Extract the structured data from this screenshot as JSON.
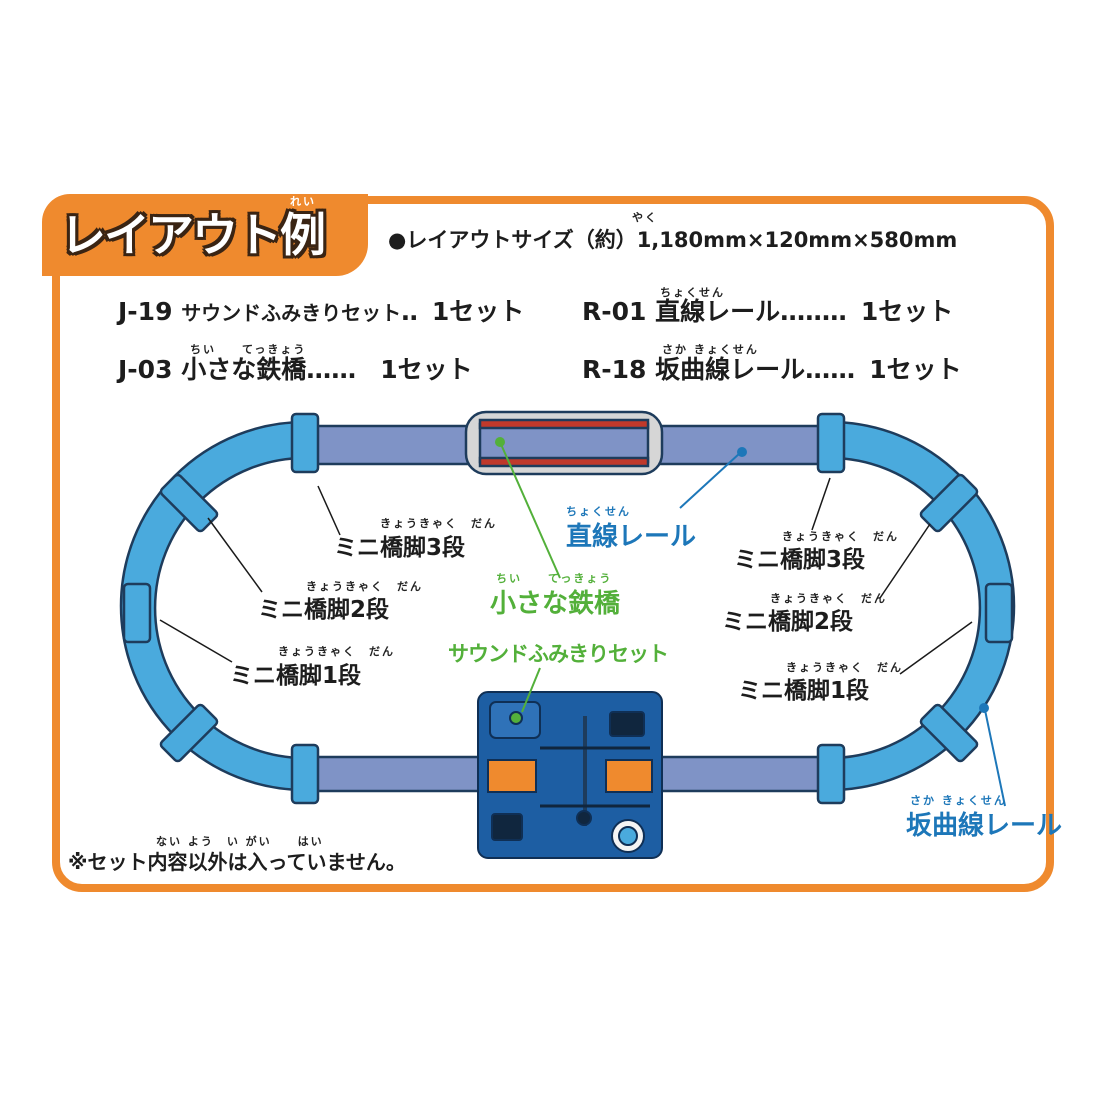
{
  "header": {
    "title": "レイアウト例",
    "title_ruby": "れい",
    "layout_size": "●レイアウトサイズ（約）1,180mm×120mm×580mm",
    "layout_size_ruby": "やく"
  },
  "parts_list": [
    {
      "code": "J-19",
      "name": "サウンドふみきりセット",
      "dots": "‥",
      "qty": "1セット",
      "ruby": ""
    },
    {
      "code": "R-01",
      "name": "直線レール",
      "dots": "‥‥‥‥",
      "qty": "1セット",
      "ruby": "ちょくせん"
    },
    {
      "code": "J-03",
      "name": "小さな鉄橋",
      "dots": "‥‥‥",
      "qty": "1セット",
      "ruby": "ちい　　てっきょう"
    },
    {
      "code": "R-18",
      "name": "坂曲線レール",
      "dots": "‥‥‥",
      "qty": "1セット",
      "ruby": "さか きょくせん"
    }
  ],
  "labels": {
    "pier3_left": "ミニ橋脚3段",
    "pier2_left": "ミニ橋脚2段",
    "pier1_left": "ミニ橋脚1段",
    "pier3_right": "ミニ橋脚3段",
    "pier2_right": "ミニ橋脚2段",
    "pier1_right": "ミニ橋脚1段",
    "pier_ruby": "きょうきゃく　だん",
    "straight_rail": "直線レール",
    "straight_ruby": "ちょくせん",
    "small_bridge": "小さな鉄橋",
    "bridge_ruby": "ちい　　てっきょう",
    "crossing_set": "サウンドふみきりセット",
    "curve_rail": "坂曲線レール",
    "curve_ruby": "さか きょくせん"
  },
  "note": "※セット内容以外は入っていません。",
  "note_ruby": "ない よう　い がい　　はい",
  "colors": {
    "frame": "#ef8a2e",
    "curve_track": "#4aaadd",
    "straight_track": "#7f93c6",
    "bridge_red": "#c0392b",
    "label_blue": "#1d77b9",
    "label_green": "#53b03a",
    "crossing_blue": "#1d5ea3",
    "crossing_orange": "#ef8a2e"
  }
}
